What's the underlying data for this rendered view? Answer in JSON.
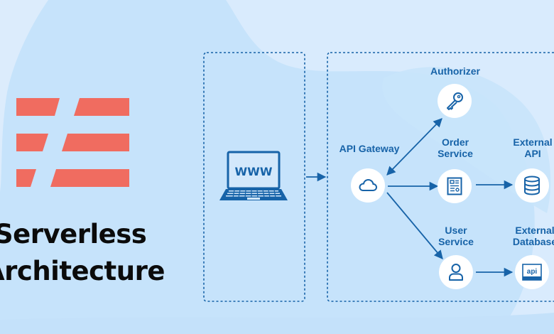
{
  "title": {
    "line1": "Serverless",
    "line2": "Architecture"
  },
  "colors": {
    "background": "#c6e3fb",
    "background_light": "#dcecfc",
    "logo": "#f06c60",
    "accent": "#1763a8",
    "node": "#ffffff",
    "title": "#0b0b0b"
  },
  "client": {
    "icon": "laptop-icon",
    "screen_text": "WWW"
  },
  "nodes": {
    "api_gateway": {
      "label": "API Gateway",
      "icon": "cloud-icon"
    },
    "authorizer": {
      "label": "Authorizer",
      "icon": "key-icon"
    },
    "order_service": {
      "label_line1": "Order",
      "label_line2": "Service",
      "icon": "document-icon"
    },
    "user_service": {
      "label_line1": "User",
      "label_line2": "Service",
      "icon": "user-icon"
    },
    "external_api": {
      "label_line1": "External",
      "label_line2": "API",
      "icon": "database-icon"
    },
    "external_database": {
      "label_line1": "External",
      "label_line2": "Database",
      "icon": "api-icon",
      "icon_text": "api"
    }
  },
  "connections": [
    {
      "from": "client",
      "to": "api_gateway",
      "direction": "forward"
    },
    {
      "from": "api_gateway",
      "to": "authorizer",
      "direction": "both"
    },
    {
      "from": "api_gateway",
      "to": "order_service",
      "direction": "forward"
    },
    {
      "from": "api_gateway",
      "to": "user_service",
      "direction": "forward"
    },
    {
      "from": "order_service",
      "to": "external_api",
      "direction": "forward"
    },
    {
      "from": "user_service",
      "to": "external_database",
      "direction": "forward"
    }
  ]
}
